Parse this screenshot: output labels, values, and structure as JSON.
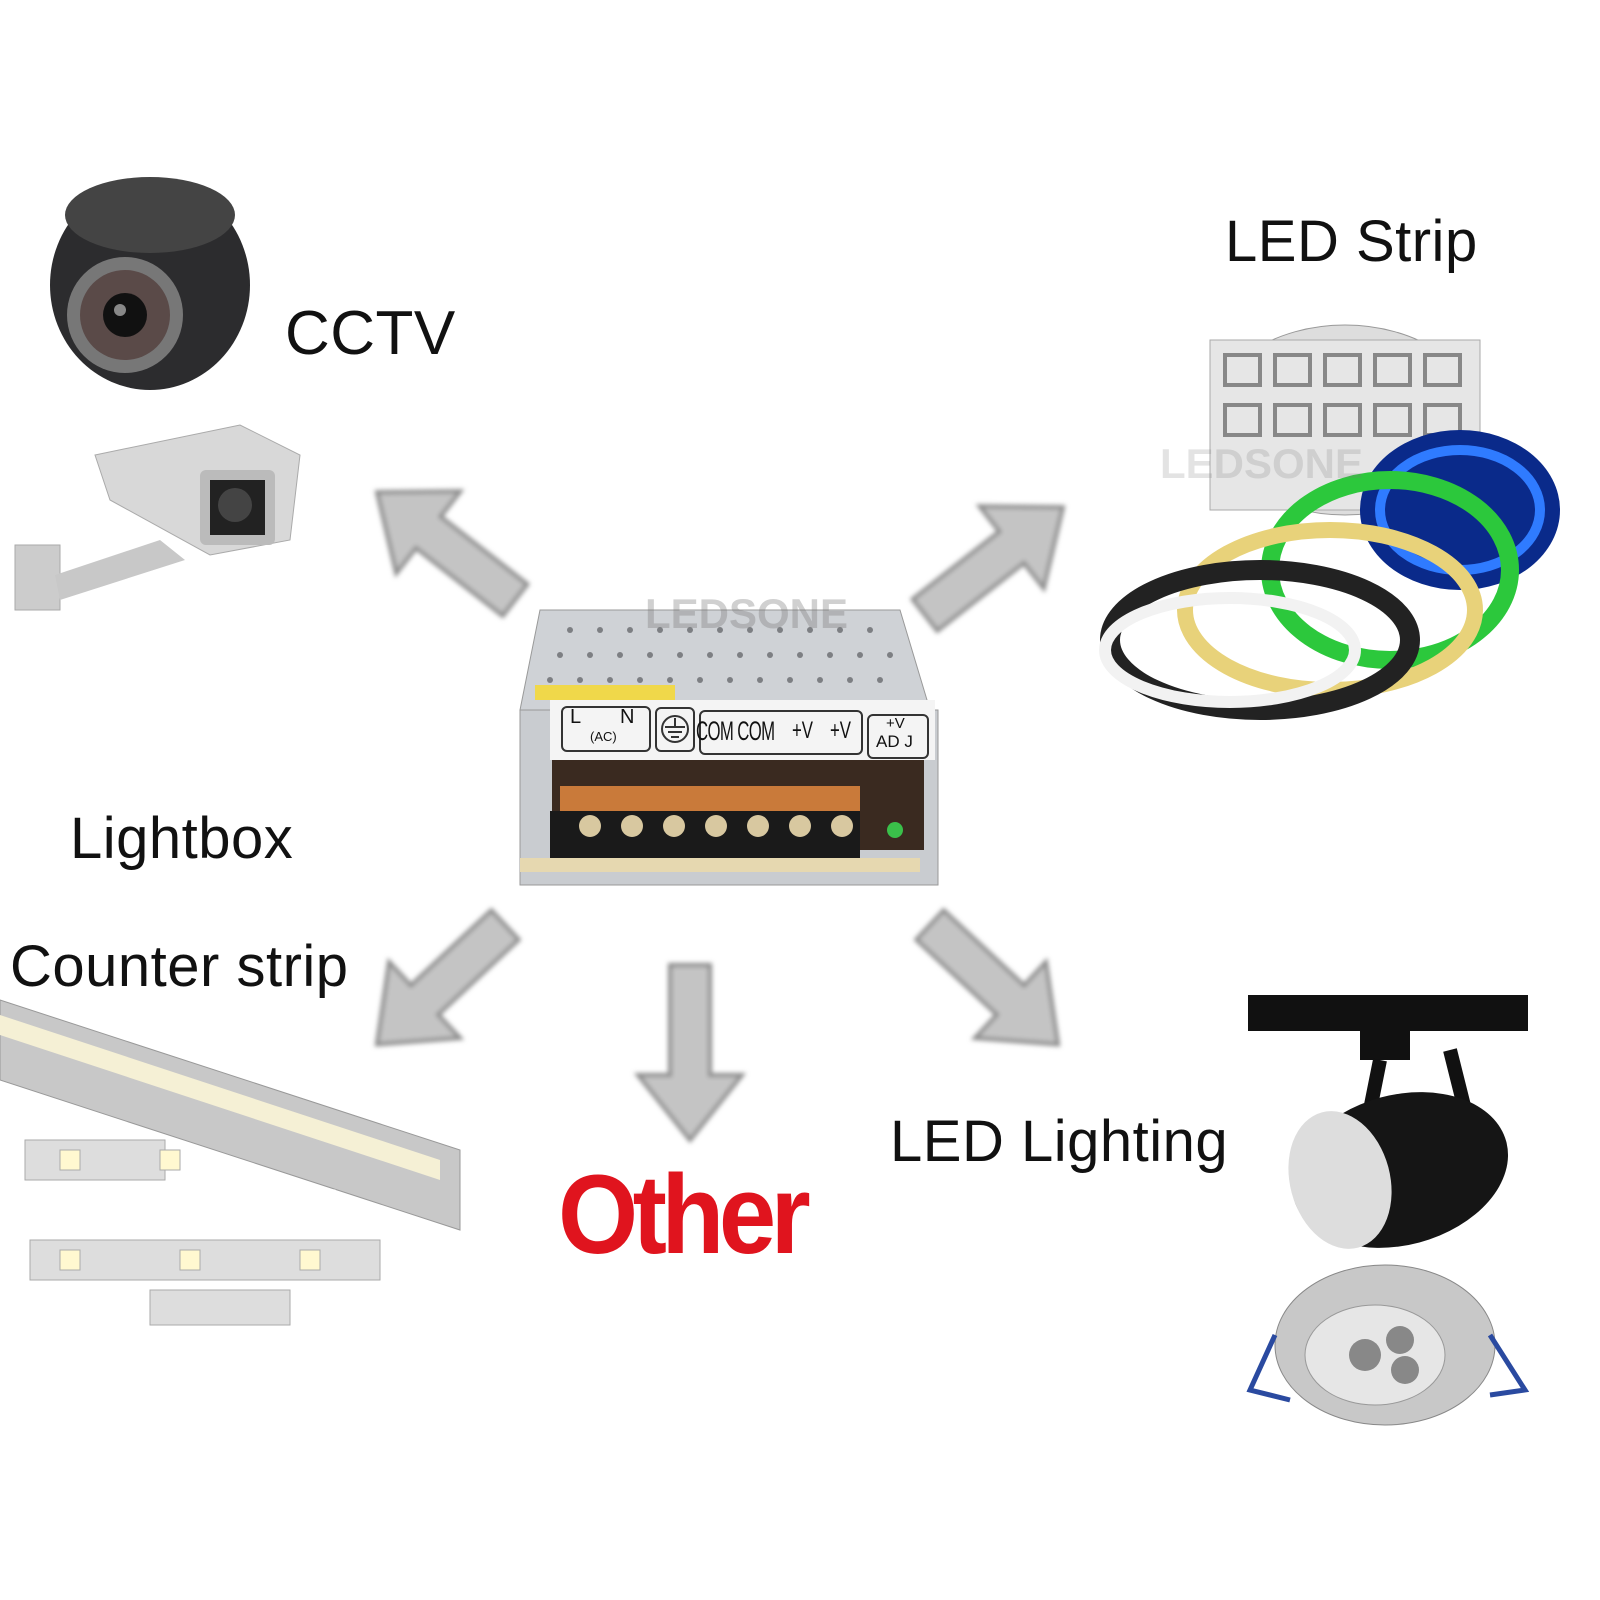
{
  "labels": {
    "cctv": "CCTV",
    "led_strip": "LED Strip",
    "lightbox": "Lightbox",
    "counter_strip": "Counter strip",
    "led_lighting": "LED Lighting",
    "other": "Other"
  },
  "power_supply": {
    "terminal_labels": {
      "l": "L",
      "n": "N",
      "ac": "(AC)",
      "com": "COM COM",
      "v1": "+V",
      "v2": "+V",
      "adj_top": "+V",
      "adj_bottom": "AD J"
    },
    "terminal_count": 7
  },
  "watermark": "LEDSONE",
  "colors": {
    "other_text": "#e0141e",
    "arrow_fill": "#c4c4c4",
    "background": "#ffffff"
  }
}
